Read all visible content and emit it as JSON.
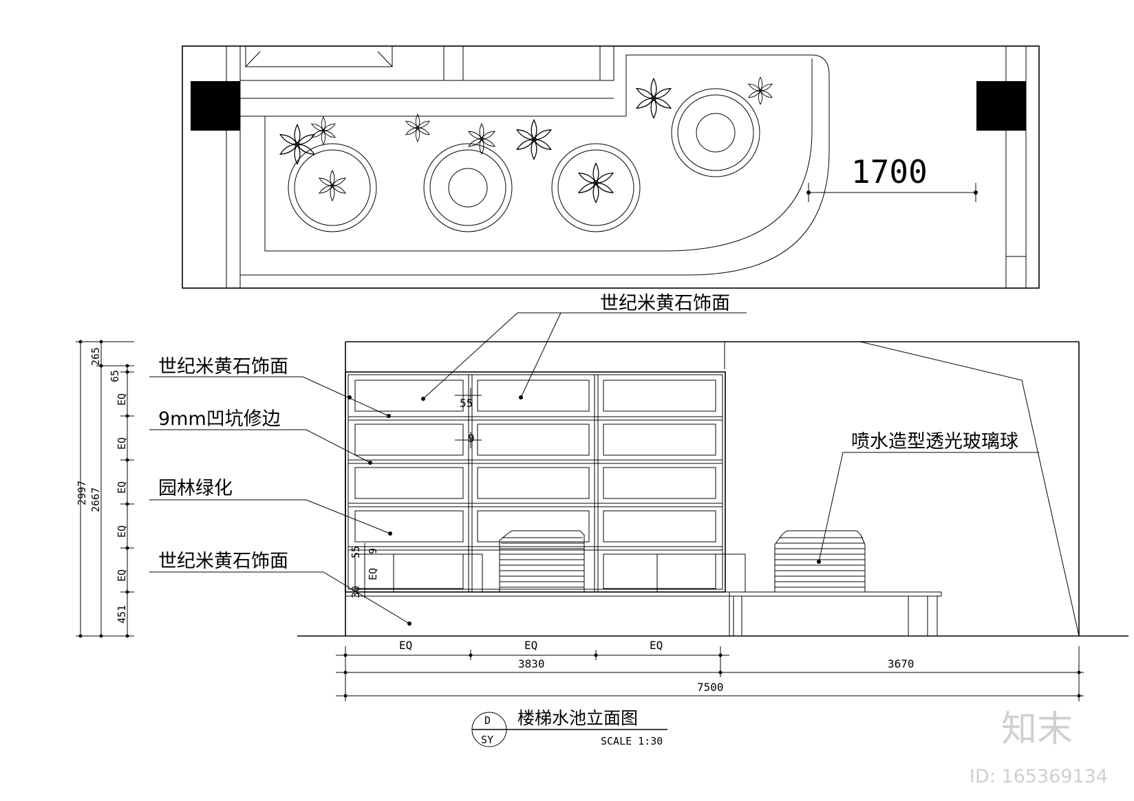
{
  "plan": {
    "dimension": "1700"
  },
  "elevation": {
    "labels": {
      "top_material": "世纪米黄石饰面",
      "left_material_1": "世纪米黄石饰面",
      "groove_trim": "9mm凹坑修边",
      "landscaping": "园林绿化",
      "left_material_2": "世纪米黄石饰面",
      "fountain_ball": "喷水造型透光玻璃球"
    },
    "inner_dims": {
      "d55": "55",
      "d9": "9",
      "d9b": "9",
      "d55b": "55",
      "d30": "30",
      "eq_small": "EQ"
    },
    "vertical_dims": {
      "total_outer": "2997",
      "total_inner": "2667",
      "top": "265",
      "top_small": "65",
      "eq": "EQ",
      "bottom": "451"
    },
    "horizontal_dims": {
      "eq": "EQ",
      "left_width": "3830",
      "right_width": "3670",
      "total": "7500"
    }
  },
  "title_block": {
    "symbol_top": "D",
    "symbol_bottom": "SY",
    "title": "楼梯水池立面图",
    "scale": "SCALE 1:30"
  },
  "watermark": {
    "logo_text": "知末",
    "id_text": "ID: 165369134"
  }
}
